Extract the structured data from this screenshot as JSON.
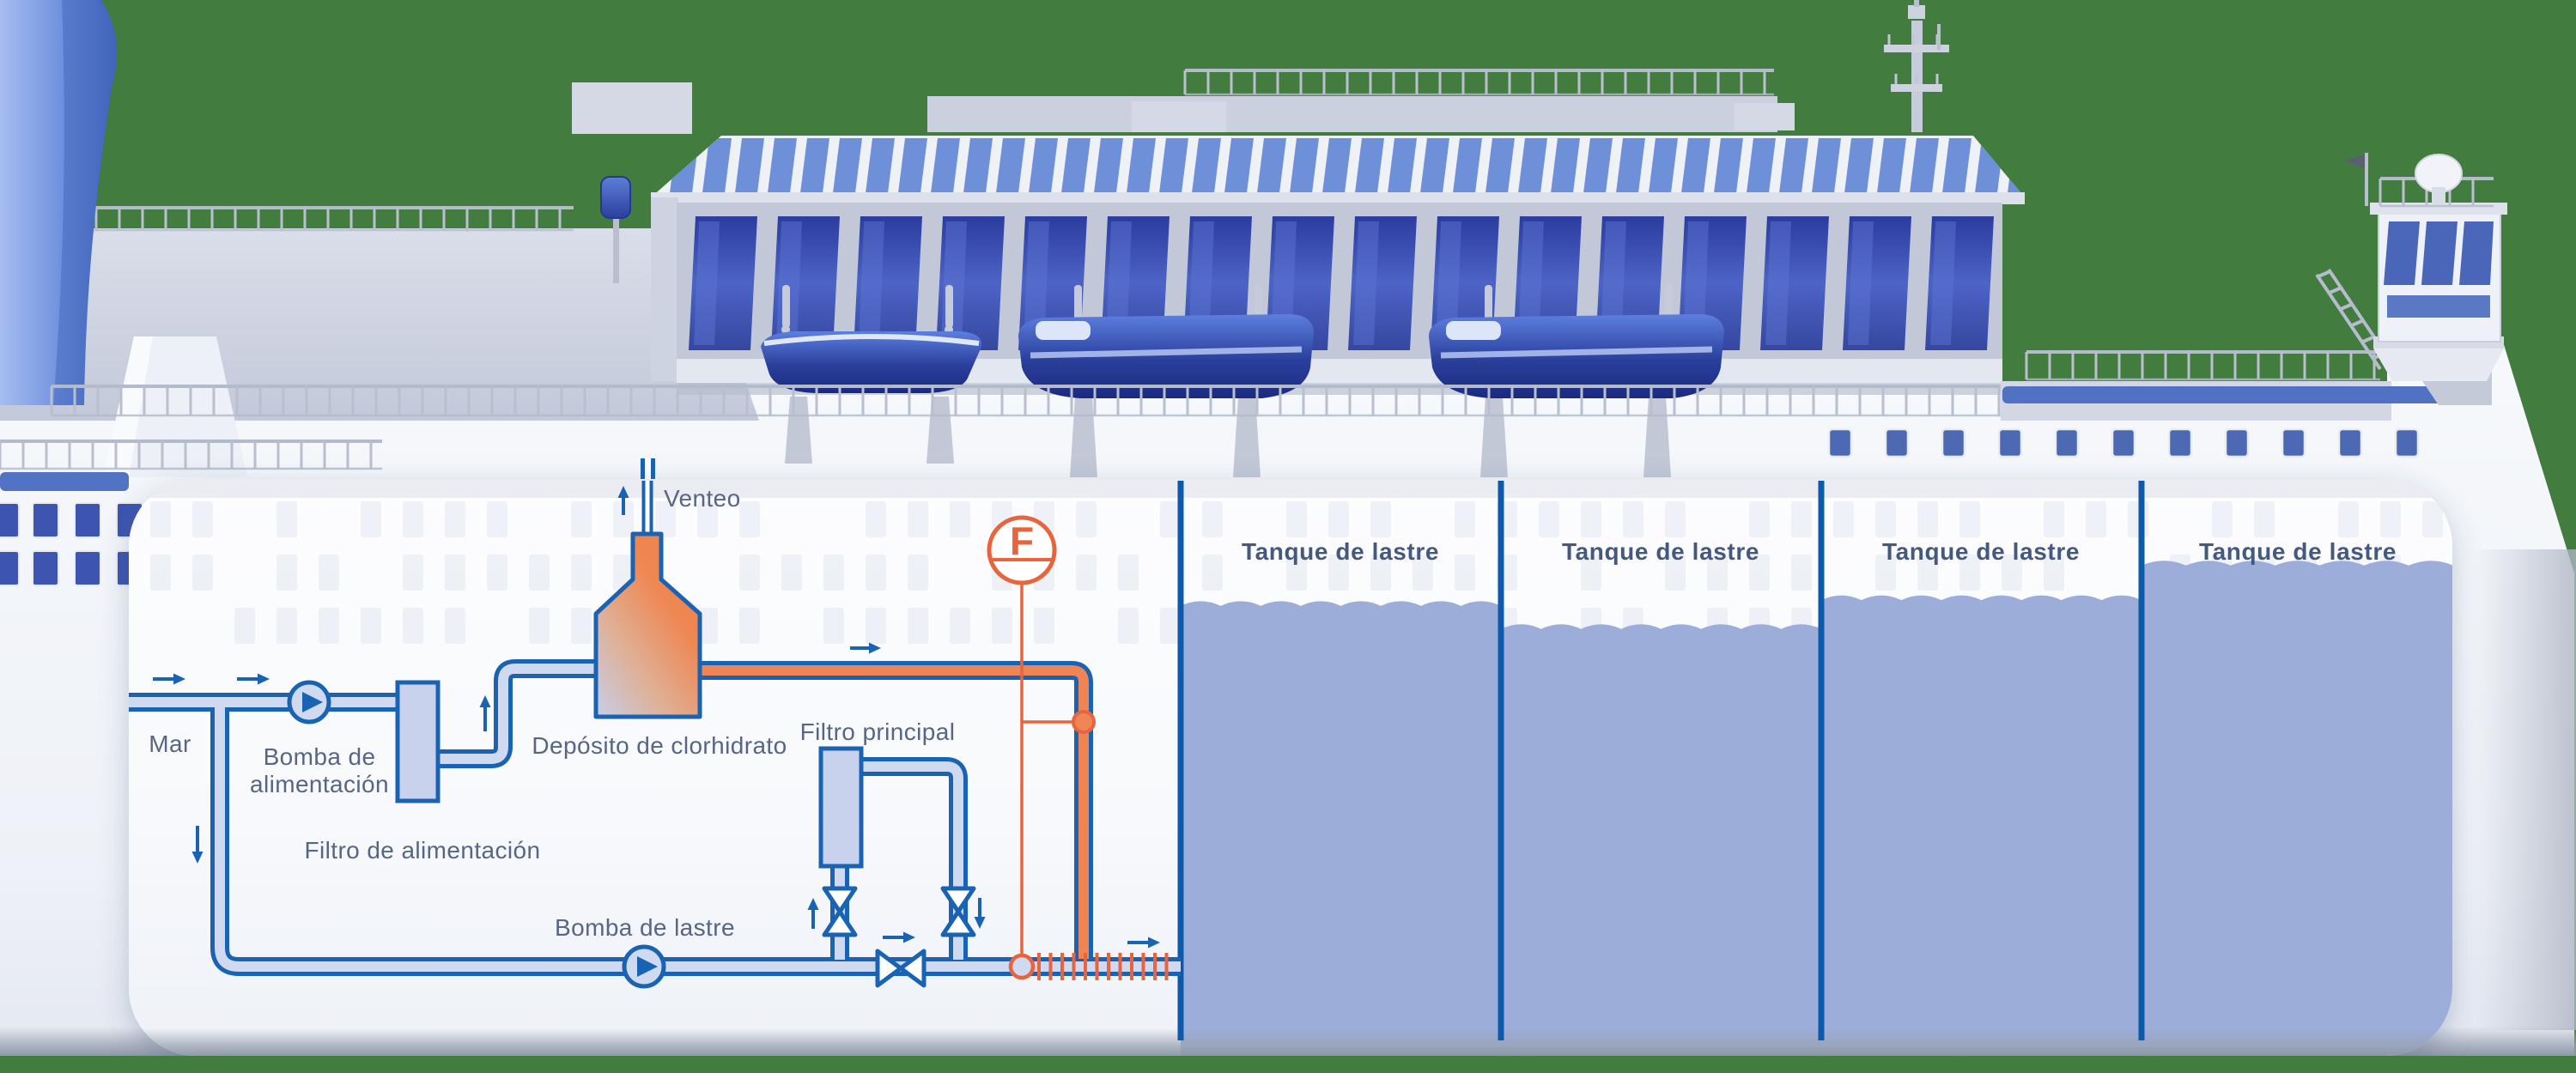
{
  "diagram": {
    "labels": {
      "venteo": "Venteo",
      "mar": "Mar",
      "bomba_alimentacion_l1": "Bomba de",
      "bomba_alimentacion_l2": "alimentación",
      "filtro_alimentacion": "Filtro de alimentación",
      "deposito": "Depósito de clorhidrato",
      "filtro_principal": "Filtro principal",
      "bomba_lastre": "Bomba de lastre",
      "flow_meter": "F"
    },
    "tanks": [
      {
        "label": "Tanque de lastre",
        "fill_percent": 78
      },
      {
        "label": "Tanque de lastre",
        "fill_percent": 74
      },
      {
        "label": "Tanque de lastre",
        "fill_percent": 79
      },
      {
        "label": "Tanque de lastre",
        "fill_percent": 85
      }
    ],
    "colors": {
      "background_green": "#427c3e",
      "pipe_blue": "#1a63b2",
      "pipe_fill": "#cfd9ef",
      "orange": "#e8643c",
      "orange_fill": "#ef8454",
      "water": "#9cadd9",
      "tank_divider": "#0d5aab",
      "label_text": "#566684",
      "ship_window_blue": "#3d55b0"
    }
  }
}
